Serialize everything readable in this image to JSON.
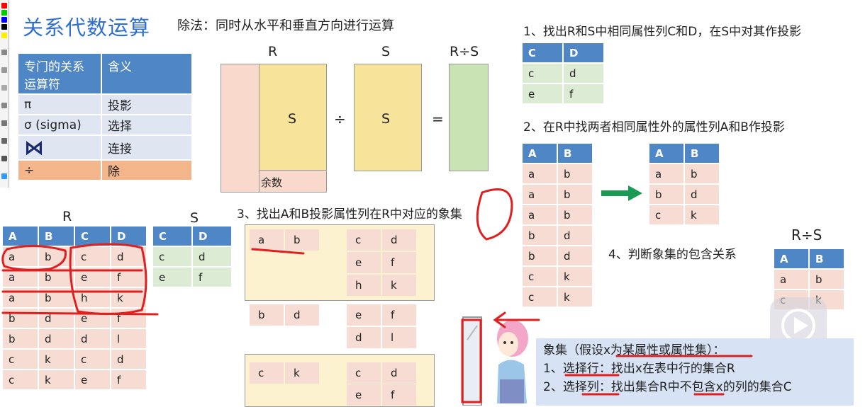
{
  "title": "关系代数运算",
  "subtitle": "除法：同时从水平和垂直方向进行运算",
  "operator_table": {
    "headers": [
      "专门的关系运算符",
      "含义"
    ],
    "rows": [
      {
        "symbol": "π",
        "meaning": "投影"
      },
      {
        "symbol": "σ (sigma)",
        "meaning": "选择"
      },
      {
        "symbol": "⋈",
        "meaning": "连接"
      },
      {
        "symbol": "÷",
        "meaning": "除"
      }
    ]
  },
  "diagram": {
    "r_label": "R",
    "s_label": "S",
    "q_label": "R÷S",
    "inner_s": "S",
    "s_box": "S",
    "remainder": "余数",
    "div_op": "÷",
    "eq_op": "="
  },
  "r_table": {
    "label": "R",
    "headers": [
      "A",
      "B",
      "C",
      "D"
    ],
    "rows": [
      [
        "a",
        "b",
        "c",
        "d"
      ],
      [
        "a",
        "b",
        "e",
        "f"
      ],
      [
        "a",
        "b",
        "h",
        "k"
      ],
      [
        "b",
        "d",
        "e",
        "f"
      ],
      [
        "b",
        "d",
        "d",
        "l"
      ],
      [
        "c",
        "k",
        "c",
        "d"
      ],
      [
        "c",
        "k",
        "e",
        "f"
      ]
    ]
  },
  "s_table": {
    "label": "S",
    "headers": [
      "C",
      "D"
    ],
    "rows": [
      [
        "c",
        "d"
      ],
      [
        "e",
        "f"
      ]
    ]
  },
  "step3": {
    "text": "3、找出A和B投影属性列在R中对应的象集",
    "group1": {
      "key": [
        "a",
        "b"
      ],
      "images": [
        [
          "c",
          "d"
        ],
        [
          "e",
          "f"
        ],
        [
          "h",
          "k"
        ]
      ]
    },
    "group2": {
      "key": [
        "b",
        "d"
      ],
      "images": [
        [
          "e",
          "f"
        ],
        [
          "d",
          "l"
        ]
      ]
    },
    "group3": {
      "key": [
        "c",
        "k"
      ],
      "images": [
        [
          "c",
          "d"
        ],
        [
          "e",
          "f"
        ]
      ]
    }
  },
  "step1": {
    "text": "1、找出R和S中相同属性列C和D，在S中对其作投影",
    "headers": [
      "C",
      "D"
    ],
    "rows": [
      [
        "c",
        "d"
      ],
      [
        "e",
        "f"
      ]
    ]
  },
  "step2": {
    "text": "2、在R中找两者相同属性外的属性列A和B作投影",
    "left_headers": [
      "A",
      "B"
    ],
    "left_rows": [
      [
        "a",
        "b"
      ],
      [
        "a",
        "b"
      ],
      [
        "a",
        "b"
      ],
      [
        "b",
        "d"
      ],
      [
        "b",
        "d"
      ],
      [
        "c",
        "k"
      ],
      [
        "c",
        "k"
      ]
    ],
    "right_headers": [
      "A",
      "B"
    ],
    "right_rows": [
      [
        "a",
        "b"
      ],
      [
        "b",
        "d"
      ],
      [
        "c",
        "k"
      ]
    ]
  },
  "step4": {
    "text": "4、判断象集的包含关系"
  },
  "result": {
    "label": "R÷S",
    "headers": [
      "A",
      "B"
    ],
    "rows": [
      [
        "a",
        "b"
      ],
      [
        "c",
        "k"
      ]
    ]
  },
  "note": {
    "line1": "象集（假设x为某属性或属性集）：",
    "line2": "1、选择行：找出x在表中行的集合R",
    "line3": "2、选择列：找出集合R中不包含x的列的集合C"
  },
  "watermark": "",
  "colors": {
    "title": "#2f6fd3",
    "table_header": "#4f86c6",
    "pink": "#f7dcd3",
    "green": "#dcecd4",
    "yellow": "#f8e39a",
    "annotation_red": "#e02020",
    "arrow_green": "#1a9a55"
  }
}
